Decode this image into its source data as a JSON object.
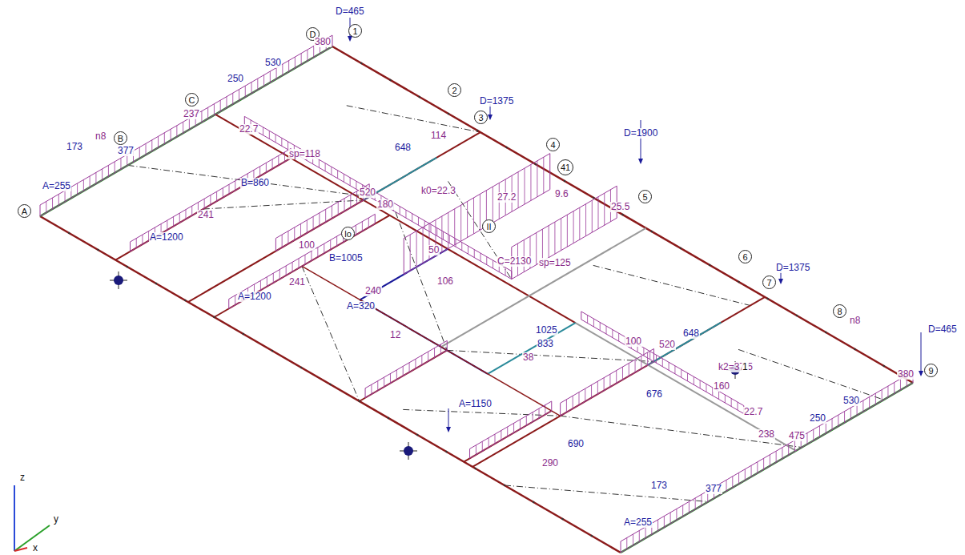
{
  "diagram": {
    "nodes": [
      {
        "text": [
          "D"
        ]
      },
      {
        "text": [
          "1"
        ]
      },
      {
        "text": [
          "C"
        ]
      },
      {
        "text": [
          "B"
        ]
      },
      {
        "text": [
          "A"
        ]
      },
      {
        "text": [
          "2"
        ]
      },
      {
        "text": [
          "3"
        ]
      },
      {
        "text": [
          "4"
        ]
      },
      {
        "text": [
          "41"
        ]
      },
      {
        "text": [
          "5"
        ]
      },
      {
        "text": [
          "II"
        ]
      },
      {
        "text": [
          "lo"
        ]
      },
      {
        "text": [
          "6"
        ]
      },
      {
        "text": [
          "7"
        ]
      },
      {
        "text": [
          "8"
        ]
      },
      {
        "text": [
          "9"
        ]
      }
    ],
    "labels": [
      "D=465",
      "380",
      "530",
      "250",
      "237",
      "n8",
      "173",
      "377",
      "A=255",
      "22.7",
      "sp=118",
      "D=1375",
      "648",
      "114",
      "D=1900",
      "25.5",
      "9.6",
      "27.2",
      "k0=22.3",
      "520",
      "180",
      "B=860",
      "241",
      "A=1200",
      "100",
      "B=1005",
      "50",
      "C=2130",
      "sp=125",
      "D=1375",
      "241",
      "A=1200",
      "A=320",
      "240",
      "106",
      "12",
      "1025",
      "833",
      "38",
      "100",
      "648",
      "520",
      "k2=37.5",
      "D=465",
      "380",
      "530",
      "250",
      "22.7",
      "238",
      "475",
      "160",
      "A=1150",
      "676",
      "690",
      "290",
      "173",
      "377",
      "A=255",
      "n8",
      "z",
      "y",
      "x",
      "1"
    ]
  }
}
